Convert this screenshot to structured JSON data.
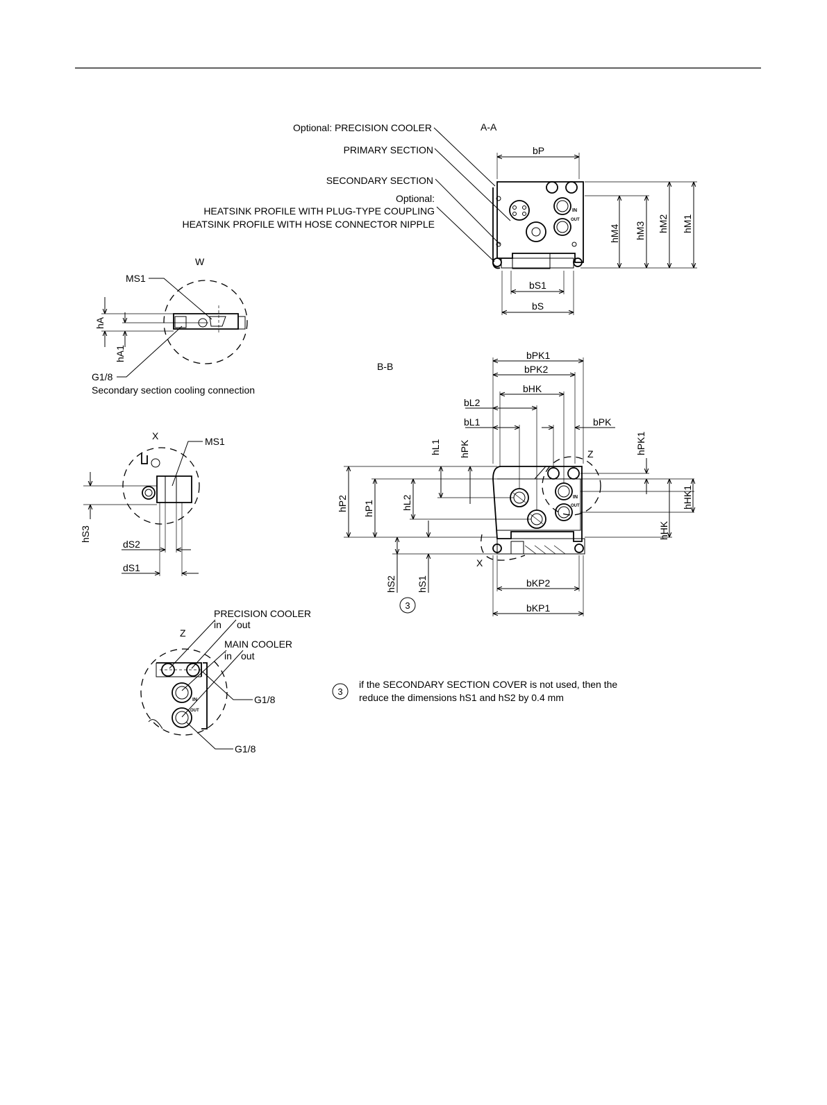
{
  "labels": {
    "optional_precision_cooler": "Optional: PRECISION COOLER",
    "primary_section": "PRIMARY SECTION",
    "secondary_section": "SECONDARY SECTION",
    "optional": "Optional:",
    "heatsink_plug": "HEATSINK PROFILE WITH PLUG-TYPE COUPLING",
    "heatsink_hose": "HEATSINK PROFILE WITH HOSE CONNECTOR NIPPLE",
    "section_aa": "A-A",
    "section_bb": "B-B",
    "detail_w": "W",
    "detail_x": "X",
    "detail_z": "Z",
    "ms1": "MS1",
    "g18": "G1/8",
    "secondary_cooling": "Secondary section cooling connection",
    "precision_cooler": "PRECISION COOLER",
    "main_cooler": "MAIN COOLER",
    "in": "in",
    "out": "out",
    "port_in": "IN",
    "port_out": "OUT",
    "note_ref": "3",
    "note_line1": "if the SECONDARY SECTION COVER is not used, then the",
    "note_line2": "reduce the dimensions hS1 and hS2 by 0.4 mm"
  },
  "dims": {
    "bP": "bP",
    "bS1": "bS1",
    "bS": "bS",
    "hM1": "hM1",
    "hM2": "hM2",
    "hM3": "hM3",
    "hM4": "hM4",
    "hA": "hA",
    "hA1": "hA1",
    "bPK1": "bPK1",
    "bPK2": "bPK2",
    "bHK": "bHK",
    "bL2": "bL2",
    "bL1": "bL1",
    "bPK": "bPK",
    "hL1": "hL1",
    "hPK": "hPK",
    "hPK1": "hPK1",
    "hP2": "hP2",
    "hP1": "hP1",
    "hL2": "hL2",
    "hHK1": "hHK1",
    "hHK": "hHK",
    "hS2": "hS2",
    "hS1": "hS1",
    "bKP2": "bKP2",
    "bKP1": "bKP1",
    "hS3": "hS3",
    "dS2": "dS2",
    "dS1": "dS1"
  }
}
